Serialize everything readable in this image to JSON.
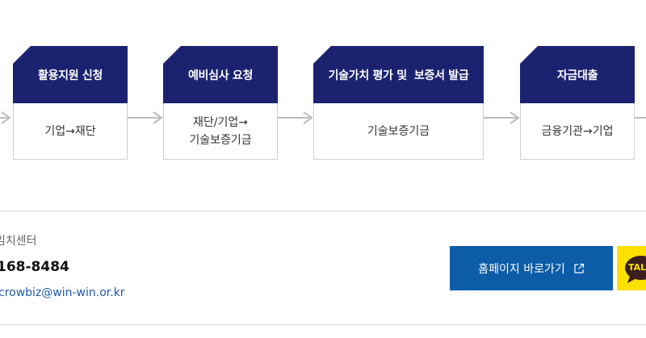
{
  "steps": [
    {
      "title": "활용지원 신청",
      "lines": [
        "기업→재단"
      ]
    },
    {
      "title": "예비심사 요청",
      "lines": [
        "재단/기업→",
        "기술보증기금"
      ]
    },
    {
      "title": "기술가치 평가 및  보증서 발급",
      "lines": [
        "기술보증기금"
      ]
    },
    {
      "title": "자금대출",
      "lines": [
        "금융기관→기업"
      ]
    }
  ],
  "contact": {
    "label": "임치센터",
    "phone": "168-8484",
    "email": "crowbiz@win-win.or.kr"
  },
  "buttons": {
    "homepage": "홈페이지 바로가기",
    "talk": "TALK"
  },
  "colors": {
    "step_header": "#1b2370",
    "homepage_button": "#0d5ca8",
    "talk_button": "#fae100"
  }
}
